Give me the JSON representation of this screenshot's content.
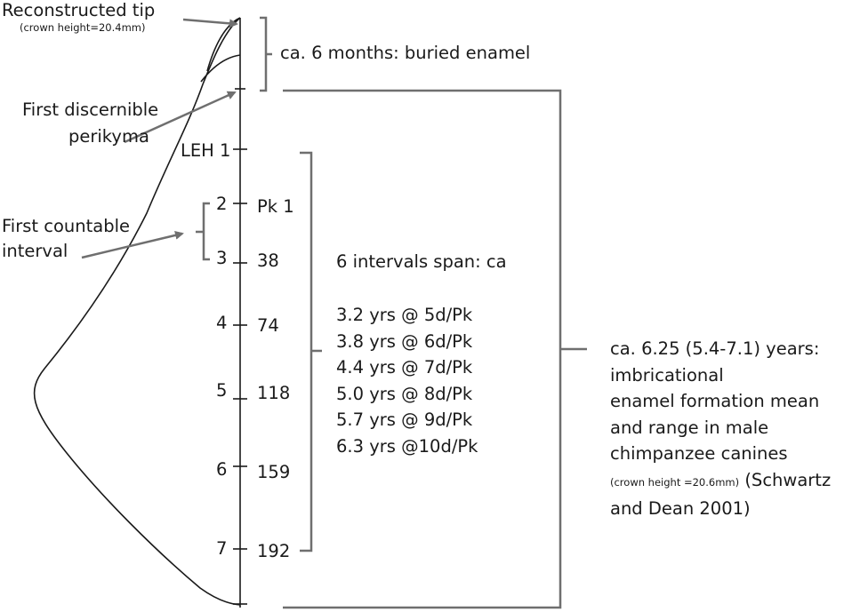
{
  "labels": {
    "reconstructed_tip": "Reconstructed tip",
    "crown_height_tip": "(crown height=20.4mm)",
    "buried_enamel": "ca. 6 months: buried enamel",
    "first_discernible_line1": "First discernible",
    "first_discernible_line2": "perikyma",
    "first_countable_line1": "First countable",
    "first_countable_line2": "interval"
  },
  "ticks": {
    "leh": "LEH 1",
    "numbers": [
      "2",
      "3",
      "4",
      "5",
      "6",
      "7"
    ]
  },
  "perikymata_counts": [
    "Pk 1",
    "38",
    "74",
    "118",
    "159",
    "192"
  ],
  "intervals": {
    "heading": "6 intervals span: ca",
    "rates": [
      "3.2 yrs @ 5d/Pk",
      "3.8 yrs @ 6d/Pk",
      "4.4 yrs @ 7d/Pk",
      "5.0 yrs @ 8d/Pk",
      "5.7 yrs @ 9d/Pk",
      "6.3 yrs @10d/Pk"
    ]
  },
  "summary": {
    "line1": "ca. 6.25 (5.4-7.1) years:",
    "line2": "imbricational",
    "line3": "enamel formation mean",
    "line4": "and range in male",
    "line5": "chimpanzee canines",
    "crown_height": "(crown height =20.6mm)",
    "citation_part1": "(Schwartz",
    "citation_part2": "and Dean 2001)"
  },
  "colors": {
    "ink": "#1a1a1a",
    "bracket": "#6f6f6f"
  }
}
